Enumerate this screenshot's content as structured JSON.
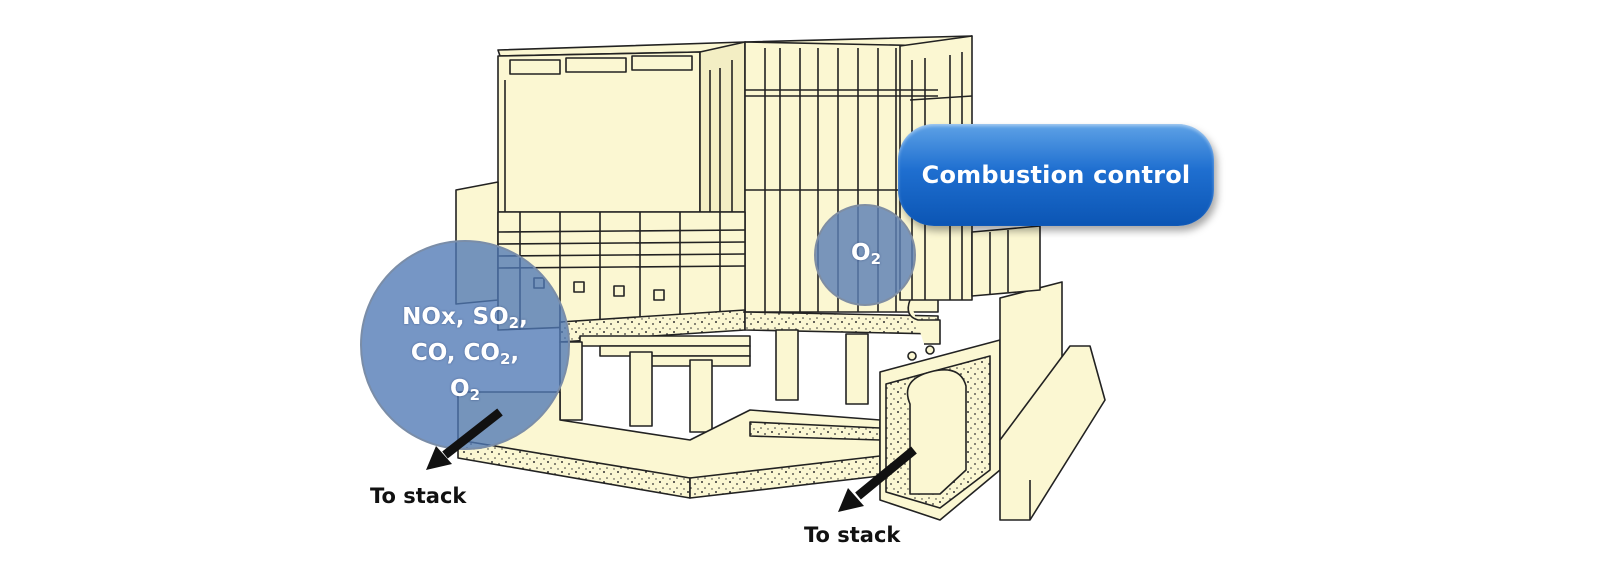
{
  "callout": {
    "label": "Combustion control"
  },
  "zones": {
    "exit_gases": {
      "line1": "NOx, SO",
      "sub1": "2",
      "sep1": ",",
      "line2a": "CO, CO",
      "sub2": "2",
      "sep2": ",",
      "line3": "O",
      "sub3": "2"
    },
    "furnace_oxygen": {
      "text": "O",
      "sub": "2"
    }
  },
  "flows": {
    "left": "To stack",
    "right": "To stack"
  },
  "colors": {
    "structure_fill": "#fbf7d2",
    "outline": "#222222",
    "lens": "#4f79b5",
    "callout": "#1565c8"
  }
}
